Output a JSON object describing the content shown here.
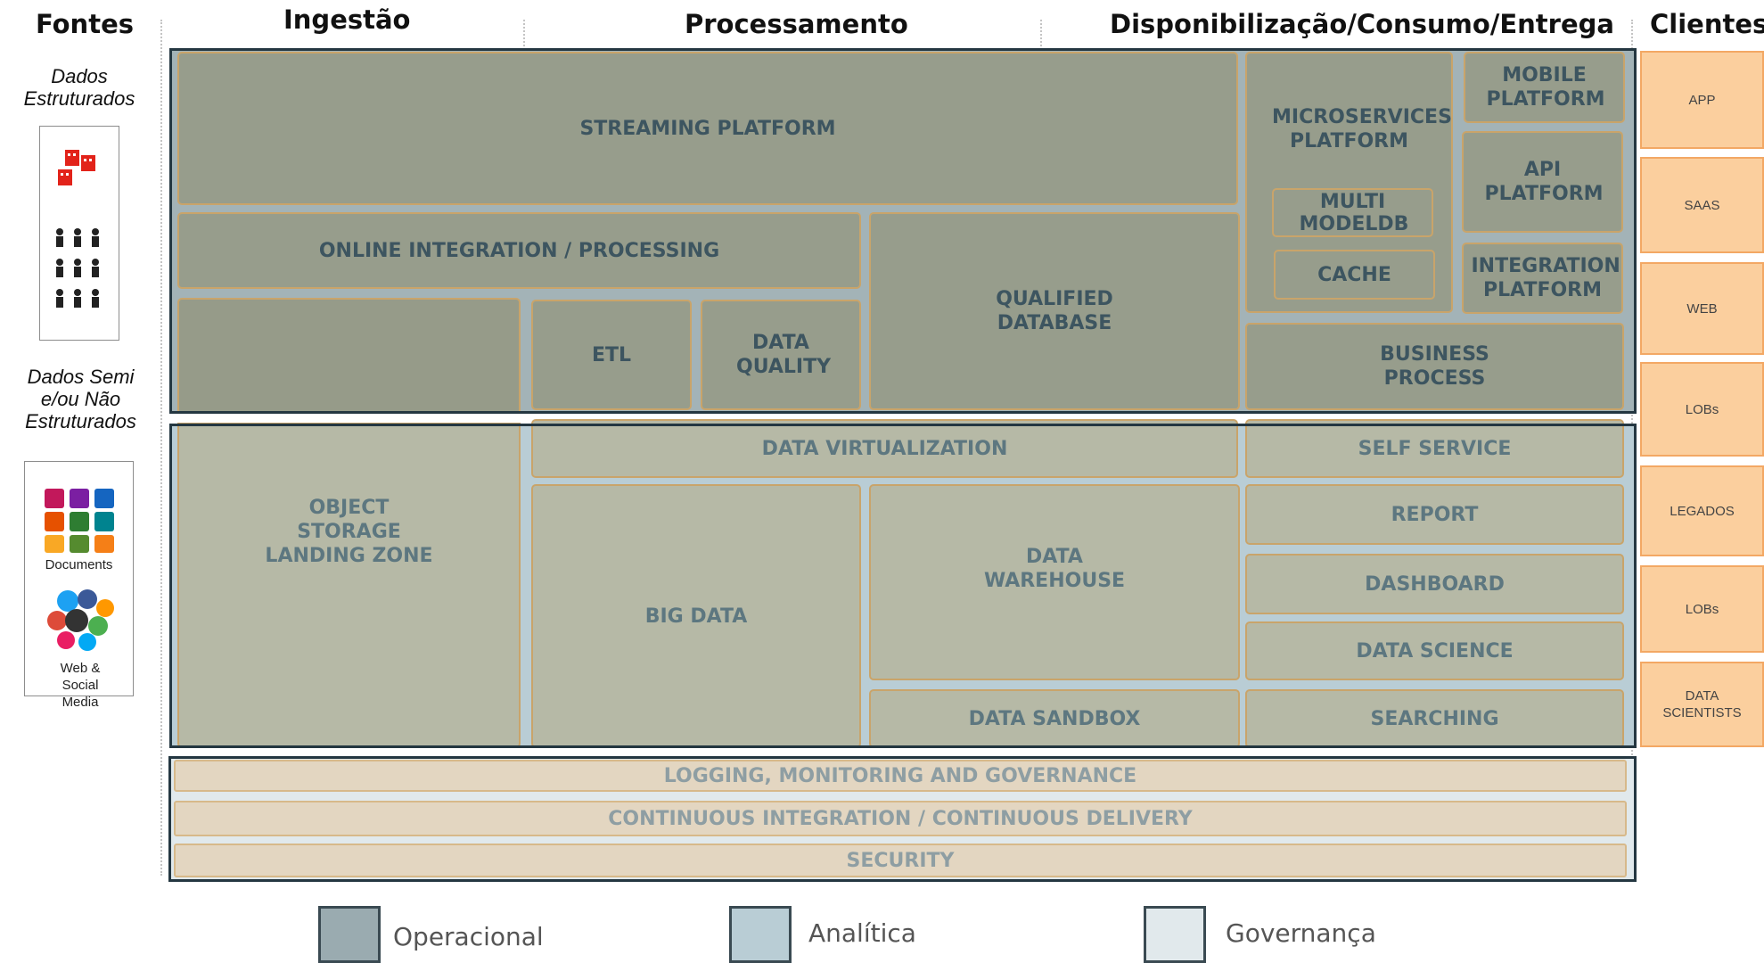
{
  "headers": {
    "fontes": "Fontes",
    "ingestao": "Ingestão",
    "processamento": "Processamento",
    "disponibilizacao": "Disponibilização/Consumo/Entrega",
    "clientes": "Clientes"
  },
  "sources": {
    "structured_label": "Dados Estruturados",
    "unstructured_label": "Dados Semi e/ou Não Estruturados",
    "documents_caption": "Documents",
    "web_caption": "Web & Social Media"
  },
  "operational": {
    "streaming": "STREAMING PLATFORM",
    "online_integration": "ONLINE INTEGRATION / PROCESSING",
    "etl": "ETL",
    "data_quality": "DATA QUALITY",
    "qualified_db": "QUALIFIED DATABASE",
    "microservices": "MICROSERVICES PLATFORM",
    "multi_modeldb": "MULTI MODELDB",
    "cache": "CACHE",
    "mobile": "MOBILE PLATFORM",
    "api": "API PLATFORM",
    "integration_platform": "INTEGRATION PLATFORM",
    "business_process": "BUSINESS PROCESS"
  },
  "analytical": {
    "object_storage": "OBJECT STORAGE LANDING ZONE",
    "data_virtualization": "DATA VIRTUALIZATION",
    "self_service": "SELF SERVICE",
    "big_data": "BIG DATA",
    "data_warehouse": "DATA WAREHOUSE",
    "report": "REPORT",
    "dashboard": "DASHBOARD",
    "data_science": "DATA SCIENCE",
    "data_sandbox": "DATA SANDBOX",
    "searching": "SEARCHING"
  },
  "governance": {
    "logging": "LOGGING, MONITORING AND GOVERNANCE",
    "cicd": "CONTINUOUS INTEGRATION / CONTINUOUS DELIVERY",
    "security": "SECURITY"
  },
  "clients": [
    {
      "label": "APP"
    },
    {
      "label": "SAAS"
    },
    {
      "label": "WEB"
    },
    {
      "label": "LOBs"
    },
    {
      "label": "LEGADOS"
    },
    {
      "label": "LOBs"
    },
    {
      "label": "DATA SCIENTISTS"
    }
  ],
  "legend": {
    "operacional": "Operacional",
    "analitica": "Analítica",
    "governanca": "Governança"
  },
  "colors": {
    "operacional": "#9aabb0",
    "analitica": "#b9cdd5",
    "governanca": "#e1e9ec",
    "client_fill": "#fbcf9e",
    "box_border": "#c9a46a"
  }
}
